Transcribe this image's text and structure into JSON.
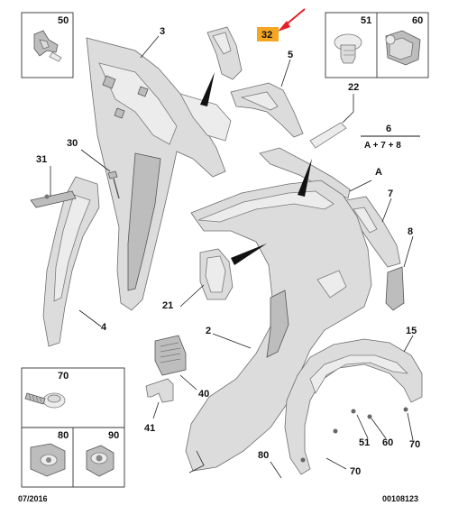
{
  "callouts": {
    "p2": "2",
    "p3": "3",
    "p4": "4",
    "p5": "5",
    "p7": "7",
    "p8": "8",
    "p15": "15",
    "p21": "21",
    "p22": "22",
    "p30": "30",
    "p31": "31",
    "p32": "32",
    "p40": "40",
    "p41": "41",
    "p51": "51",
    "p60": "60",
    "p70a": "70",
    "p70b": "70",
    "p80": "80",
    "pA": "A"
  },
  "formula": {
    "top": "6",
    "bottom": "A + 7 + 8"
  },
  "boxes": {
    "b50": "50",
    "b51": "51",
    "b60": "60",
    "b70": "70",
    "b80": "80",
    "b90": "90"
  },
  "footer": {
    "date": "07/2016",
    "ref": "00108123"
  },
  "colors": {
    "highlight": "#f5a623",
    "arrow": "#e8202a"
  }
}
